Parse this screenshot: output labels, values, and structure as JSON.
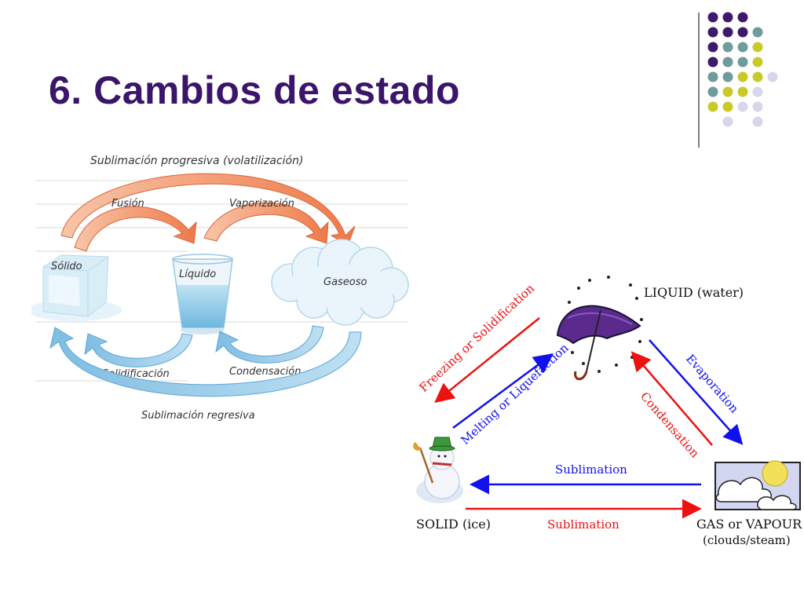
{
  "slide": {
    "title": "6. Cambios de estado"
  },
  "colors": {
    "title": "#3a1569",
    "dot_purple": "#3f1a6b",
    "dot_teal": "#6e9b9b",
    "dot_yellow": "#c9c928",
    "dot_lavender": "#d8d6ea",
    "warm_arrow": "#f08658",
    "cool_arrow": "#8cc4e4",
    "red_arrow": "#ee1111",
    "blue_arrow": "#1111ee"
  },
  "spanish_diagram": {
    "top_arc": "Sublimación progresiva (volatilización)",
    "fusion": "Fusión",
    "vaporizacion": "Vaporización",
    "solido": "Sólido",
    "liquido": "Líquido",
    "gaseoso": "Gaseoso",
    "solidificacion": "Solidificación",
    "condensacion": "Condensación",
    "bottom_arc": "Sublimación regresiva"
  },
  "english_diagram": {
    "liquid": "LIQUID (water)",
    "solid": "SOLID (ice)",
    "gas": "GAS or VAPOUR",
    "gas_sub": "(clouds/steam)",
    "freezing": "Freezing or Solidification",
    "melting": "Melting or Liquefaction",
    "evaporation": "Evaporation",
    "condensation": "Condensation",
    "sublimation_top": "Sublimation",
    "sublimation_bottom": "Sublimation"
  }
}
